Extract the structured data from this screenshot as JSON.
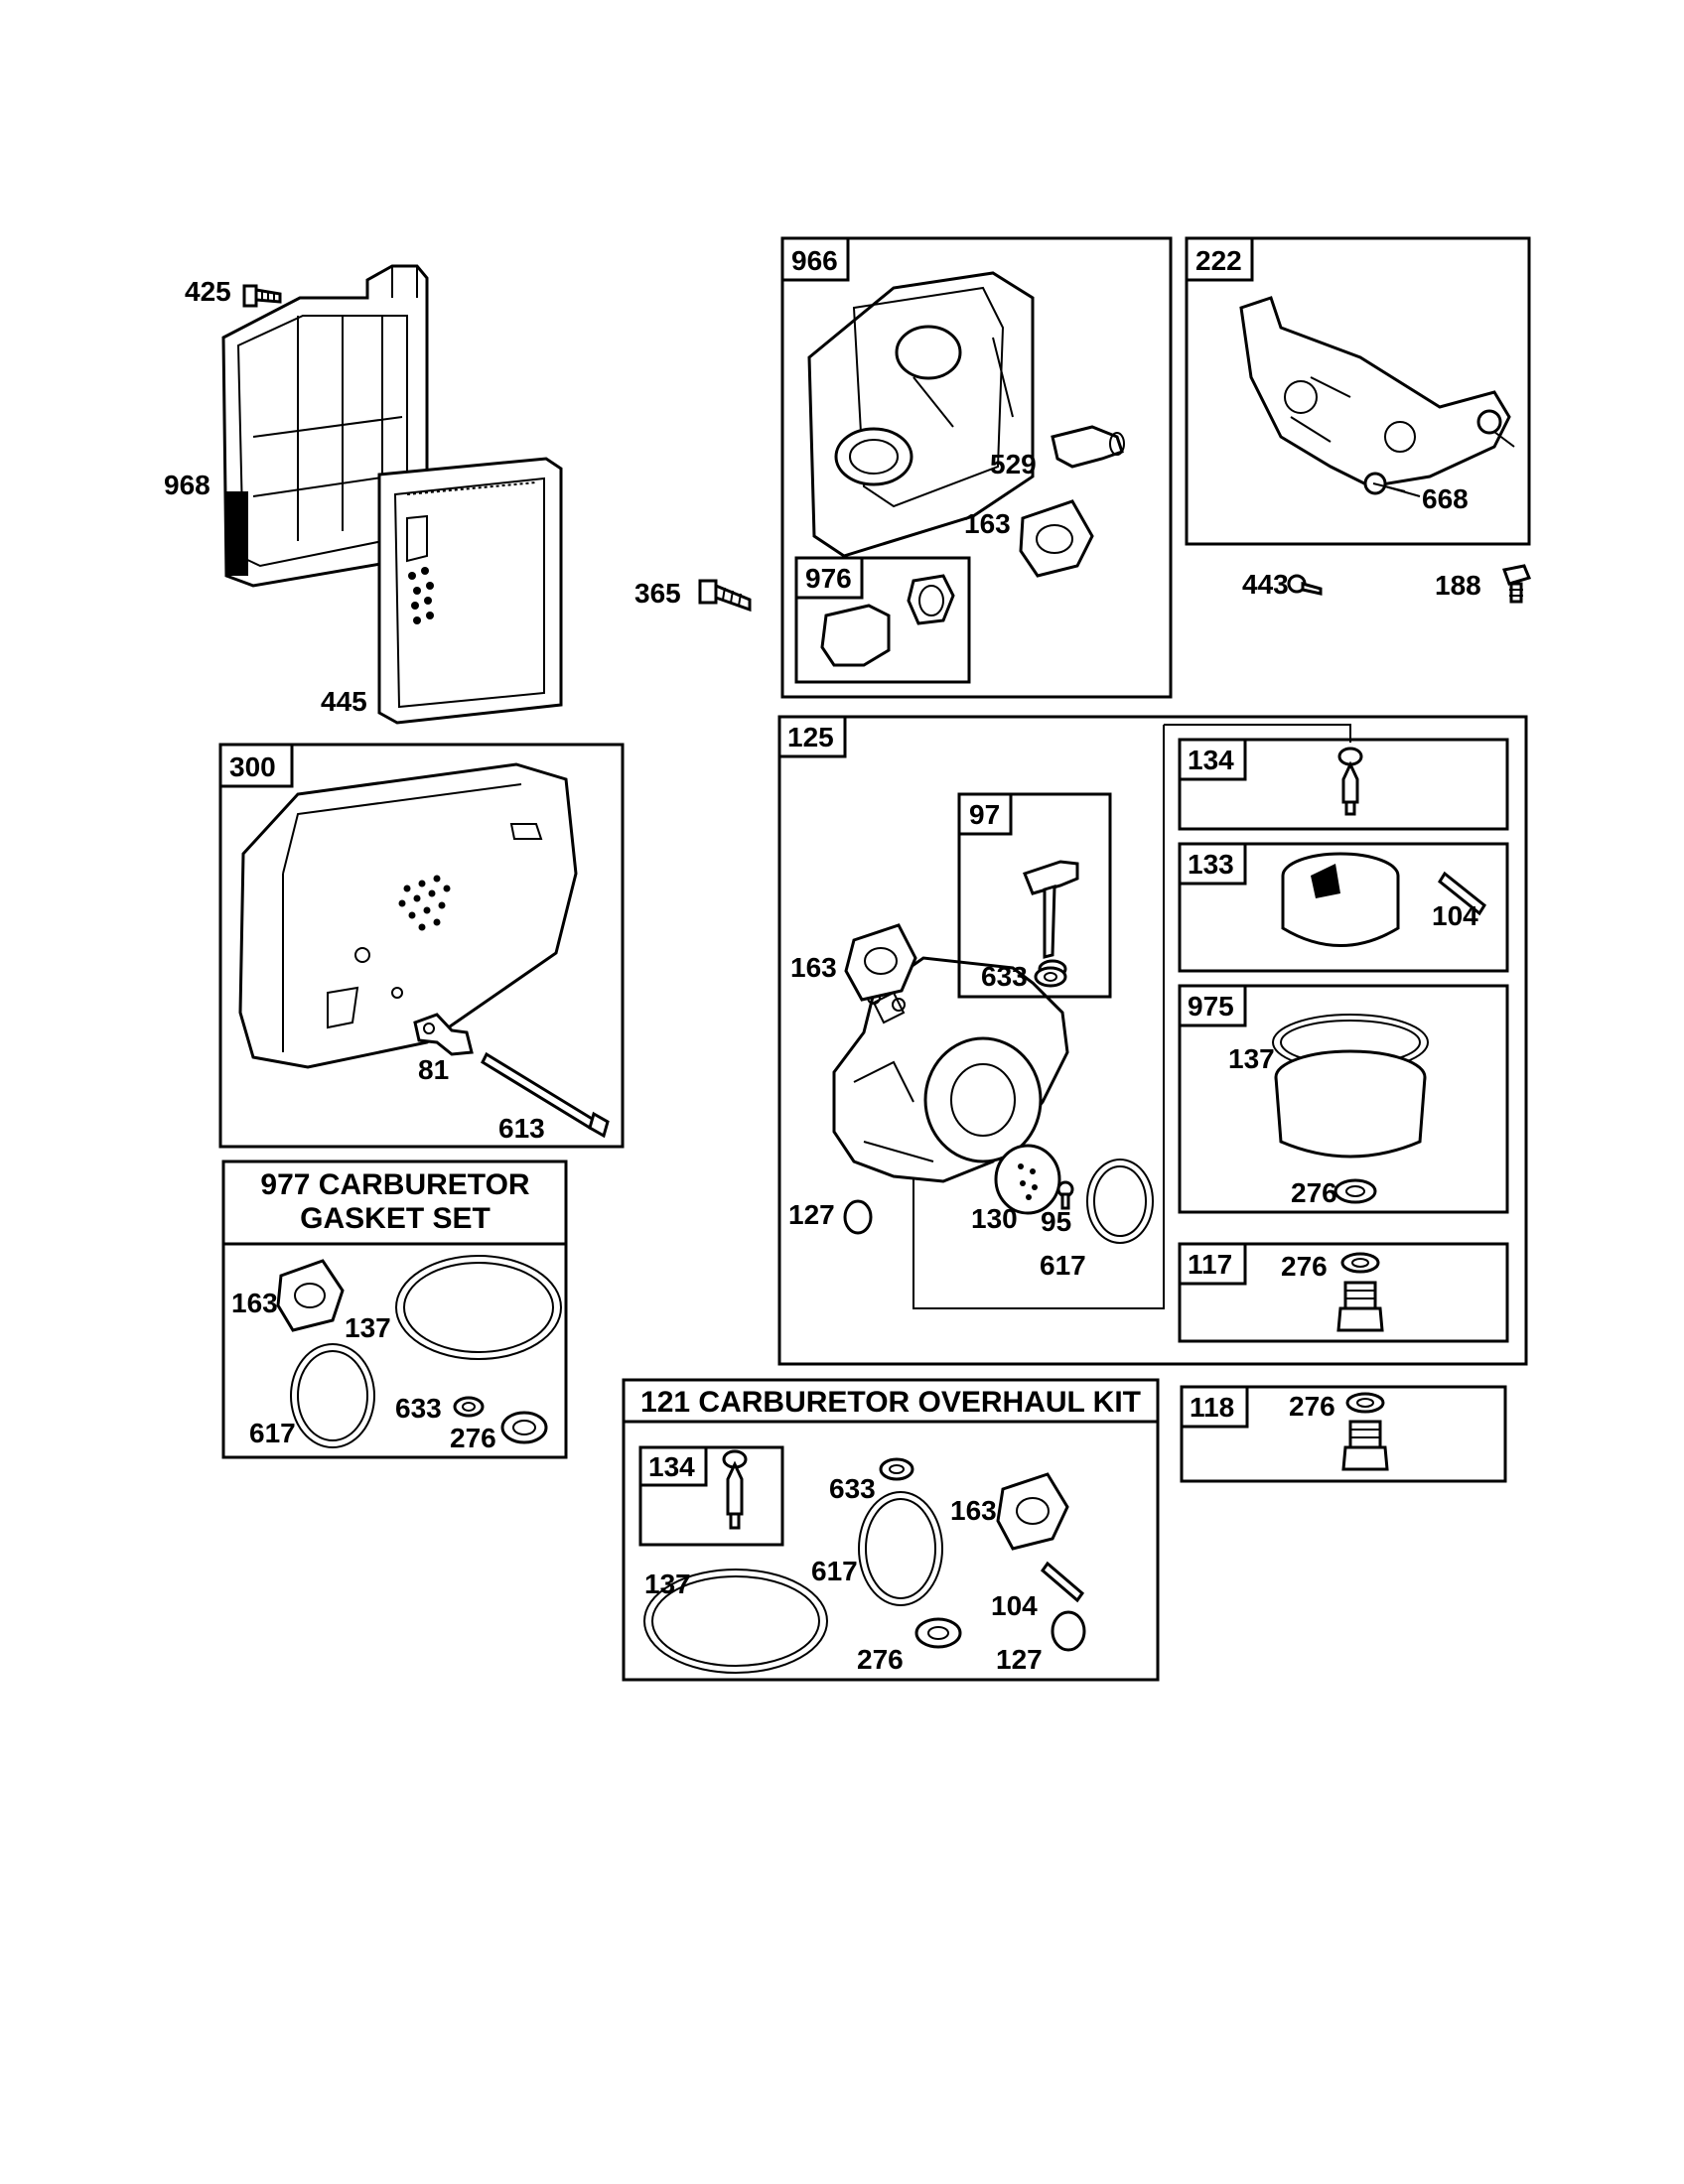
{
  "boxes": {
    "966": "966",
    "222": "222",
    "976": "976",
    "300": "300",
    "125": "125",
    "97": "97",
    "134": "134",
    "133": "133",
    "975": "975",
    "117": "117",
    "118": "118",
    "134_kit": "134"
  },
  "kits": {
    "gasket_set": {
      "line1": "977 CARBURETOR",
      "line2": "GASKET SET"
    },
    "overhaul_kit": {
      "title": "121 CARBURETOR OVERHAUL KIT"
    }
  },
  "callouts": {
    "p425": "425",
    "p968": "968",
    "p445": "445",
    "p365": "365",
    "p529": "529",
    "p163_a": "163",
    "p668": "668",
    "p443": "443",
    "p188": "188",
    "p81": "81",
    "p613": "613",
    "p163_b": "163",
    "p137_a": "137",
    "p617_a": "617",
    "p633_a": "633",
    "p276_a": "276",
    "p163_c": "163",
    "p633_b": "633",
    "p127_a": "127",
    "p130": "130",
    "p95": "95",
    "p617_b": "617",
    "p104_a": "104",
    "p137_b": "137",
    "p276_b": "276",
    "p276_c": "276",
    "p276_d": "276",
    "p633_c": "633",
    "p163_d": "163",
    "p617_c": "617",
    "p137_c": "137",
    "p104_b": "104",
    "p276_e": "276",
    "p127_b": "127"
  }
}
